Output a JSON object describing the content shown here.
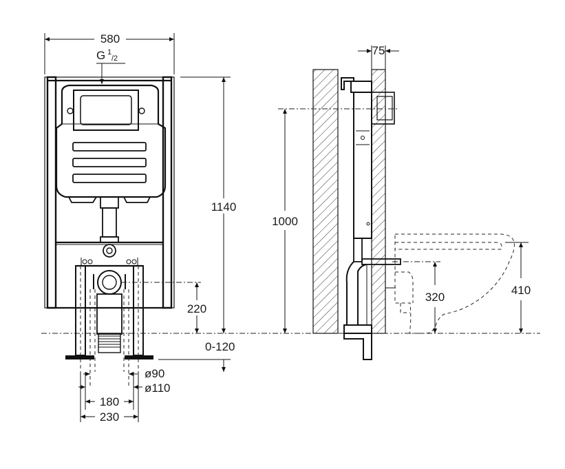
{
  "front_view": {
    "width_label": "580",
    "inlet_label": "G",
    "inlet_sup": "1",
    "inlet_sub": "/2",
    "height_label": "1140",
    "drain_height_label": "220",
    "adjust_label": "0-120",
    "pipe_small_label": "ø90",
    "pipe_large_label": "ø110",
    "leg_inner_label": "180",
    "leg_outer_label": "230"
  },
  "side_view": {
    "depth_label": "75",
    "flush_height_label": "1000",
    "outlet_height_label": "320",
    "bowl_height_label": "410"
  }
}
